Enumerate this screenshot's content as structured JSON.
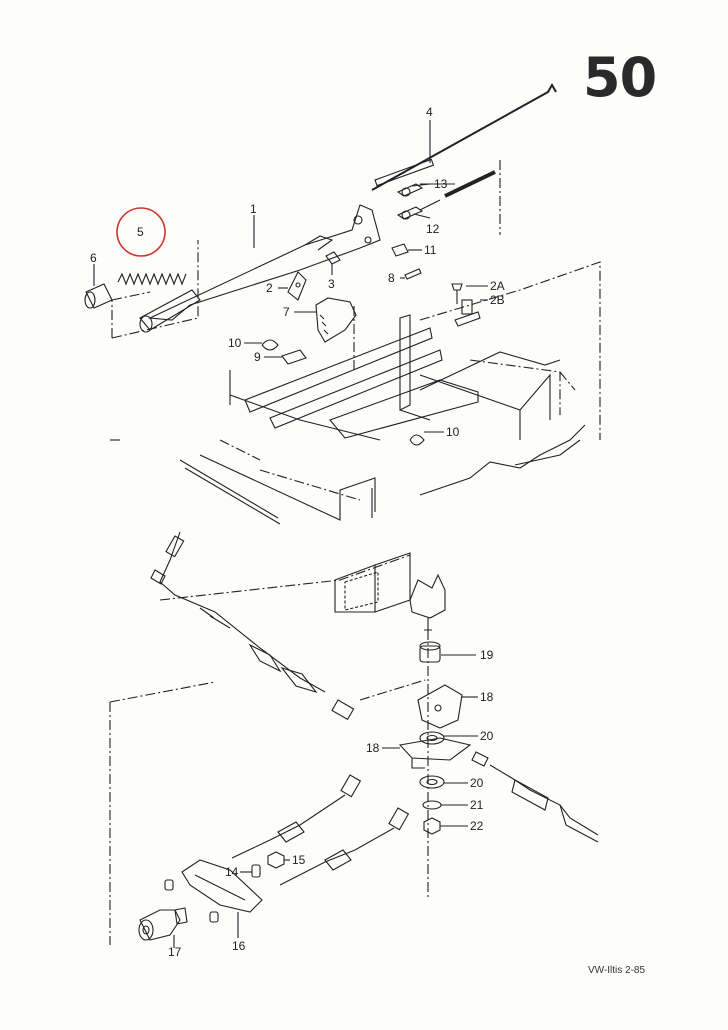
{
  "sheet": {
    "page_number": "50",
    "footer": "VW-Iltis  2-85",
    "highlight_color": "#d0342c",
    "line_color": "#222222"
  },
  "callouts": {
    "c1": "1",
    "c2": "2",
    "c2a": "2A",
    "c2b": "2B",
    "c3": "3",
    "c4": "4",
    "c5": "5",
    "c6": "6",
    "c7": "7",
    "c8": "8",
    "c9": "9",
    "c10a": "10",
    "c10b": "10",
    "c11": "11",
    "c12": "12",
    "c13": "13",
    "c14": "14",
    "c15": "15",
    "c16": "16",
    "c17": "17",
    "c18a": "18",
    "c18b": "18",
    "c19": "19",
    "c20a": "20",
    "c20b": "20",
    "c21": "21",
    "c22": "22"
  }
}
